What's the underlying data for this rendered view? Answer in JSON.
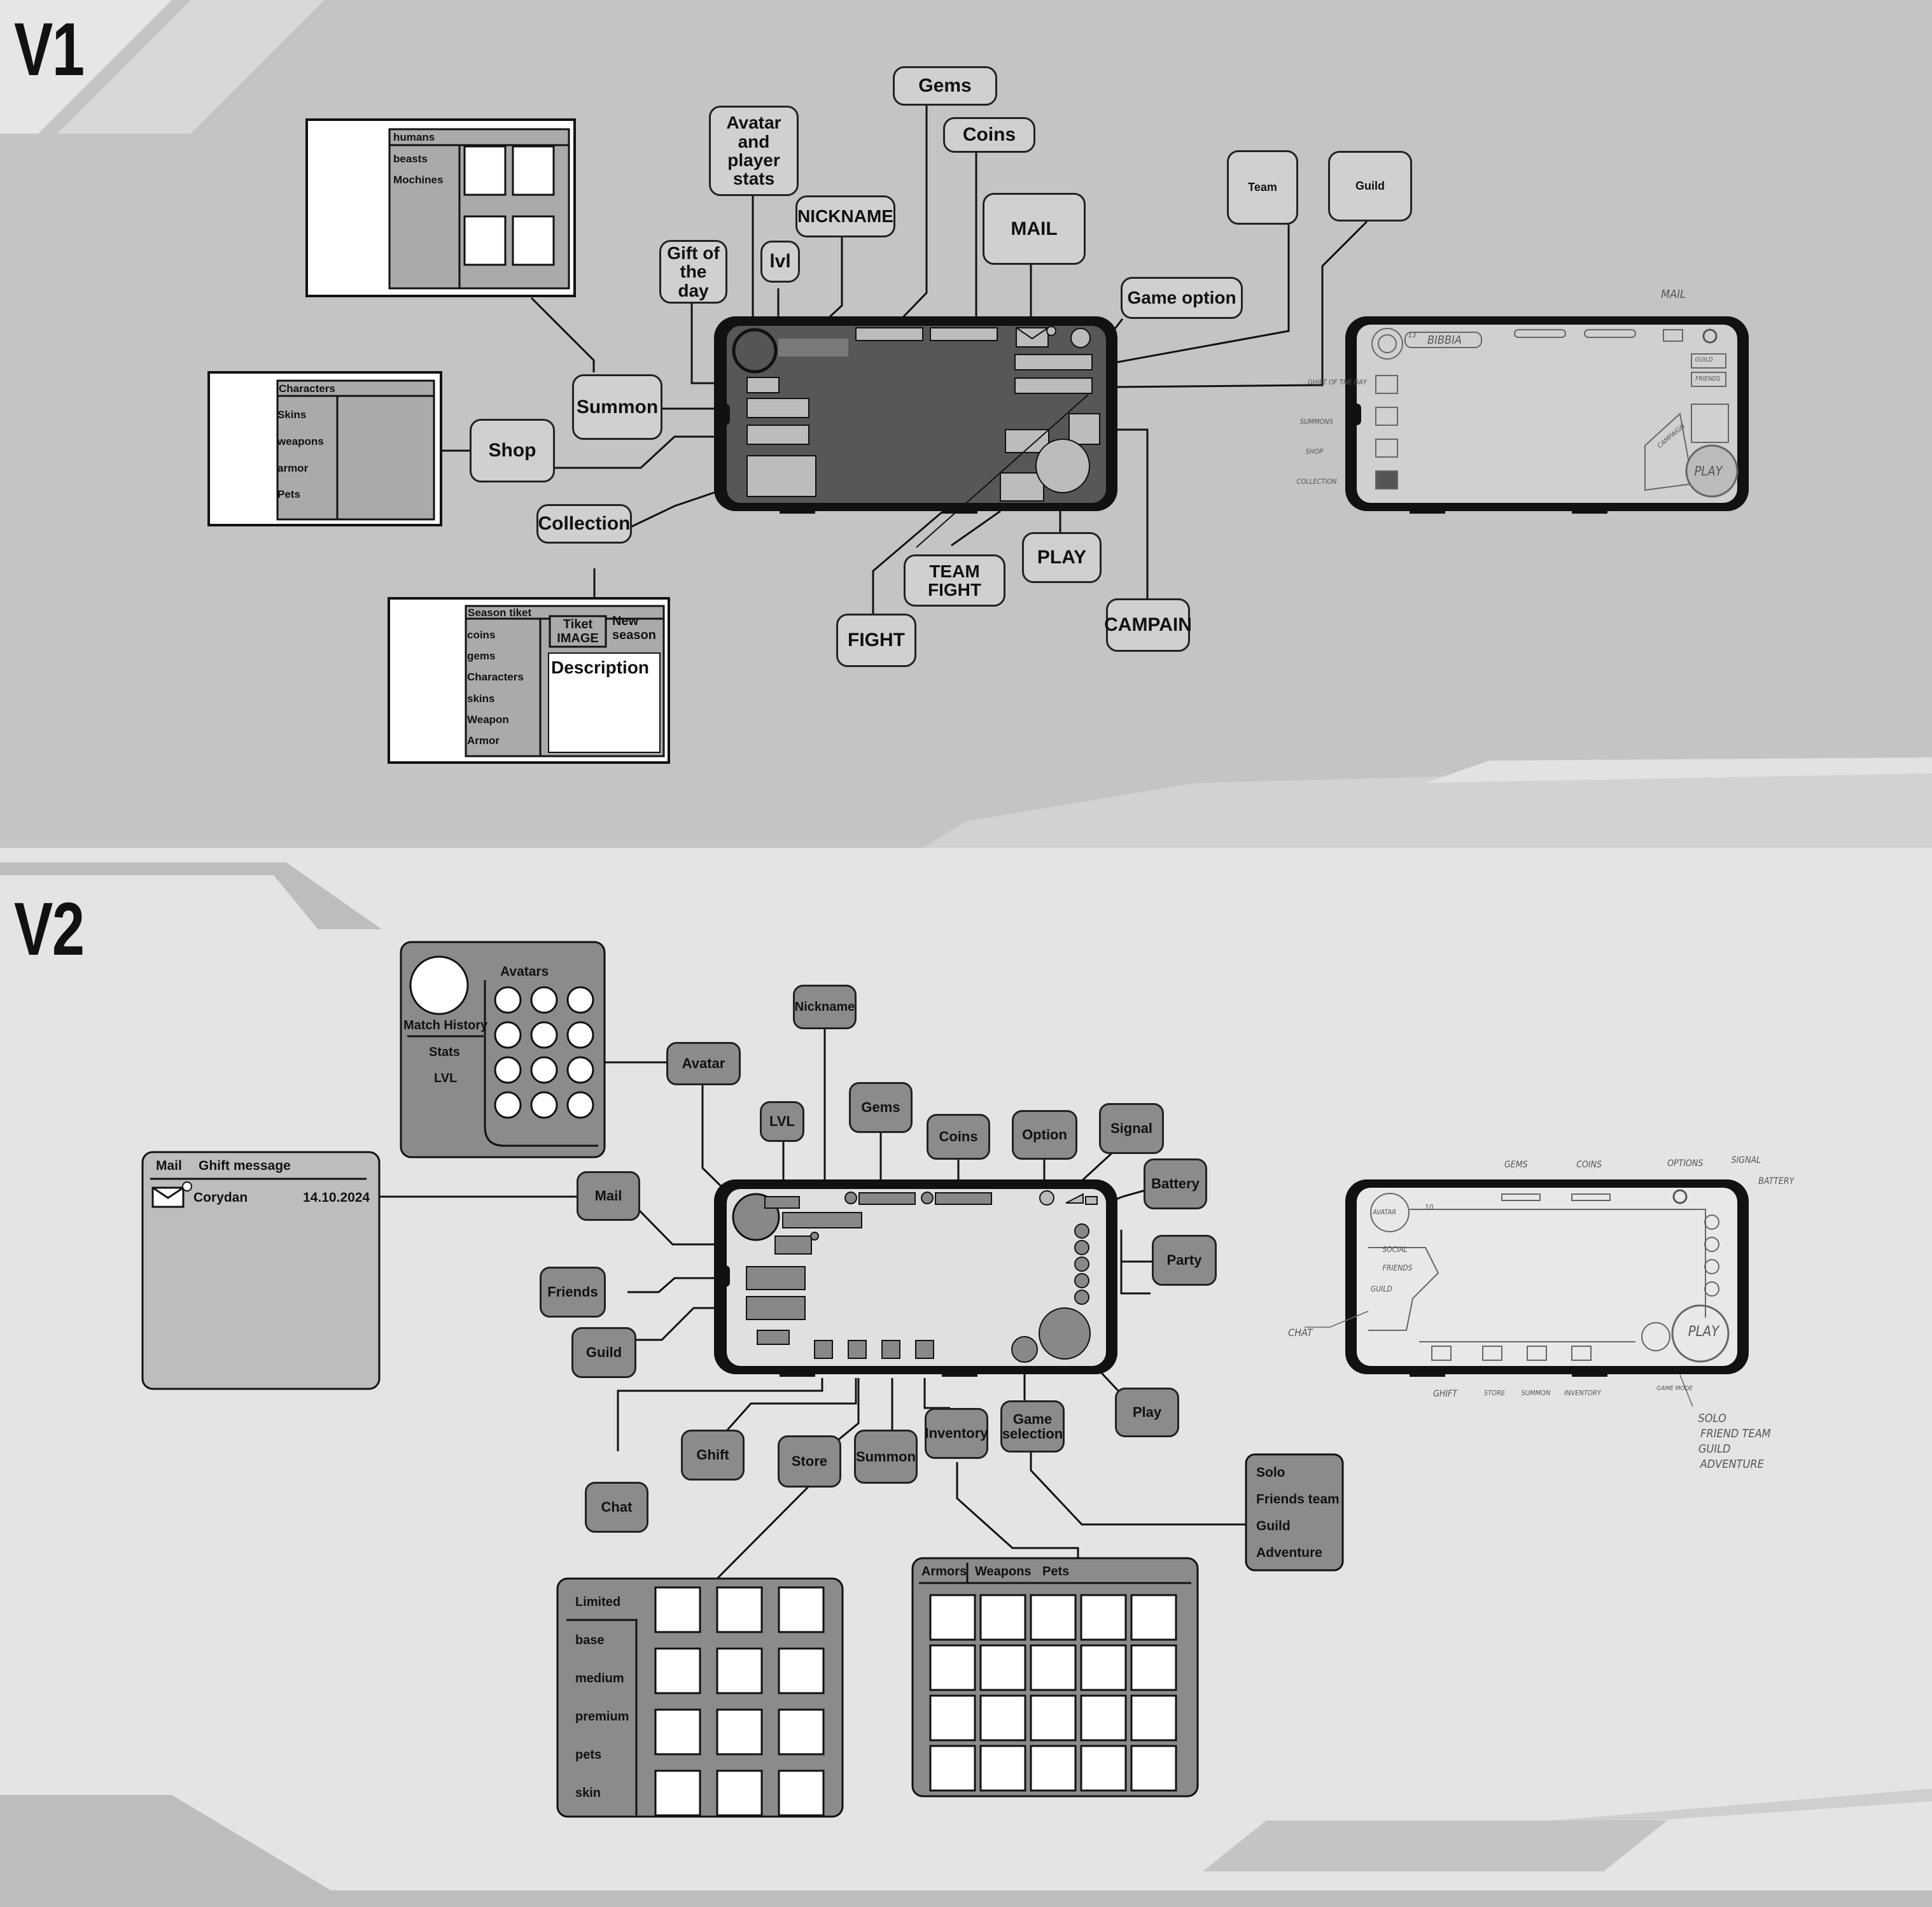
{
  "v1": {
    "heading": "V1",
    "labels": {
      "gems": "Gems",
      "coins": "Coins",
      "avatar_stats": "Avatar and player stats",
      "nickname": "NICKNAME",
      "mail": "MAIL",
      "team": "Team",
      "guild": "Guild",
      "gift_of_the_day": "Gift of the day",
      "lvl": "lvl",
      "game_option": "Game option",
      "summon": "Summon",
      "shop": "Shop",
      "collection": "Collection",
      "team_fight": "TEAM FIGHT",
      "play": "PLAY",
      "fight": "FIGHT",
      "campain": "CAMPAIN"
    },
    "summon_panel": {
      "items": [
        "humans",
        "beasts",
        "Mochines"
      ]
    },
    "shop_panel": {
      "header": "Characters",
      "items": [
        "Skins",
        "weapons",
        "armor",
        "Pets"
      ]
    },
    "collection_panel": {
      "header": "Season tiket",
      "items": [
        "coins",
        "gems",
        "Characters",
        "skins",
        "Weapon",
        "Armor"
      ],
      "ticket_image": "Tiket IMAGE",
      "new_season": "New season",
      "description": "Description"
    },
    "sketch": {
      "mail": "MAIL",
      "name": "BIBBIA",
      "lvl": "13",
      "left_labels": [
        "GHIFT OF THE DAY",
        "SUMMONS",
        "SHOP",
        "COLLECTION"
      ],
      "right_labels": [
        "GUILD",
        "FRIENDS",
        "CAMPAIGN"
      ],
      "play": "PLAY"
    }
  },
  "v2": {
    "heading": "V2",
    "labels": {
      "nickname": "Nickname",
      "avatar": "Avatar",
      "lvl": "LVL",
      "gems": "Gems",
      "coins": "Coins",
      "option": "Option",
      "signal": "Signal",
      "battery": "Battery",
      "mail": "Mail",
      "party": "Party",
      "friends": "Friends",
      "guild": "Guild",
      "play": "Play",
      "chat": "Chat",
      "ghift": "Ghift",
      "store": "Store",
      "summon": "Summon",
      "inventory": "Inventory",
      "game_selection": "Game selection"
    },
    "avatar_panel": {
      "title": "Avatars",
      "items": [
        "Match History",
        "Stats",
        "LVL"
      ]
    },
    "mail_panel": {
      "tab_mail": "Mail",
      "tab_message": "Ghift message",
      "sender": "Corydan",
      "date": "14.10.2024"
    },
    "game_modes": [
      "Solo",
      "Friends team",
      "Guild",
      "Adventure"
    ],
    "store_panel": {
      "items": [
        "Limited",
        "base",
        "medium",
        "premium",
        "pets",
        "skin"
      ]
    },
    "inventory_panel": {
      "tabs": [
        "Armors",
        "Weapons",
        "Pets"
      ]
    },
    "sketch": {
      "top_labels": [
        "GEMS",
        "COINS",
        "OPTIONS",
        "SIGNAL",
        "BATTERY"
      ],
      "avatar": "AVATAR",
      "lvl": "10",
      "social": "SOCIAL",
      "friends": "FRIENDS",
      "guild": "GUILD",
      "chat": "CHAT",
      "play": "PLAY",
      "bottom_labels": [
        "GHIFT",
        "STORE",
        "SUMMON",
        "INVENTORY",
        "GAME MODE"
      ],
      "modes": [
        "SOLO",
        "FRIEND TEAM",
        "GUILD",
        "ADVENTURE"
      ]
    }
  }
}
